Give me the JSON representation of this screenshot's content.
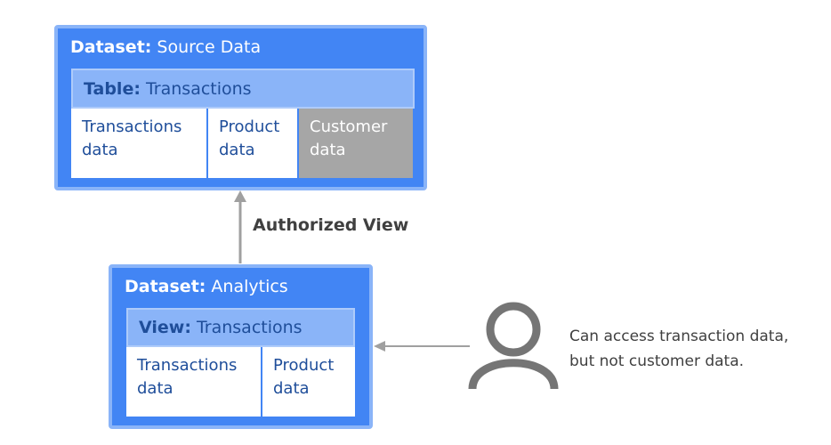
{
  "source_dataset": {
    "prefix": "Dataset:",
    "name": "Source Data",
    "table": {
      "prefix": "Table:",
      "name": "Transactions",
      "cells": [
        "Transactions data",
        "Product data",
        "Customer data"
      ]
    }
  },
  "analytics_dataset": {
    "prefix": "Dataset:",
    "name": "Analytics",
    "view": {
      "prefix": "View:",
      "name": "Transactions",
      "cells": [
        "Transactions data",
        "Product data"
      ]
    }
  },
  "edge_label": "Authorized View",
  "user_note": {
    "line1": "Can access transaction data,",
    "line2": "but not customer data."
  },
  "icons": {
    "user": "user-icon"
  },
  "colors": {
    "dataset_fill": "#4285f4",
    "dataset_border": "#8ab4f8",
    "table_header": "#8ab4f8",
    "restricted_cell": "#a6a6a6",
    "arrow": "#a0a0a0",
    "user_icon": "#757575"
  }
}
